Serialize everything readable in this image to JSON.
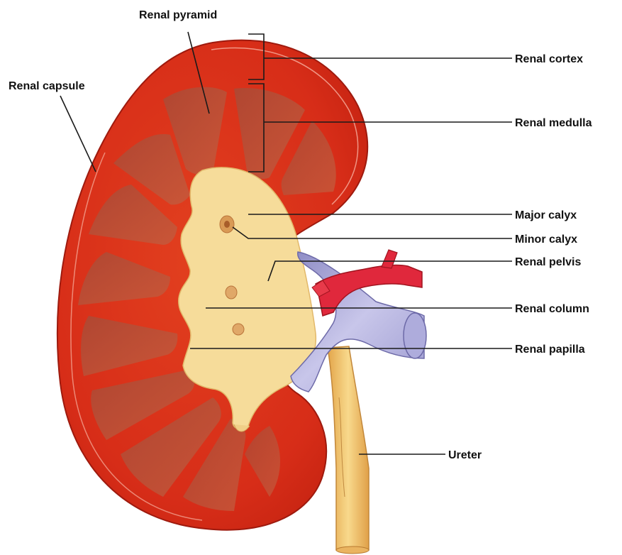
{
  "labels": {
    "renal_pyramid": "Renal pyramid",
    "renal_capsule": "Renal capsule",
    "renal_cortex": "Renal cortex",
    "renal_medulla": "Renal medulla",
    "major_calyx": "Major calyx",
    "minor_calyx": "Minor calyx",
    "renal_pelvis": "Renal pelvis",
    "renal_column": "Renal column",
    "renal_papilla": "Renal papilla",
    "ureter": "Ureter"
  },
  "colors": {
    "cortex": "#e0301e",
    "cortex_dark": "#b81f12",
    "medulla": "#b94a2f",
    "pelvis": "#f6dc9a",
    "vein": "#b4b2dc",
    "artery": "#e0283c",
    "ureter": "#f0c46a",
    "label_text": "#111111"
  }
}
